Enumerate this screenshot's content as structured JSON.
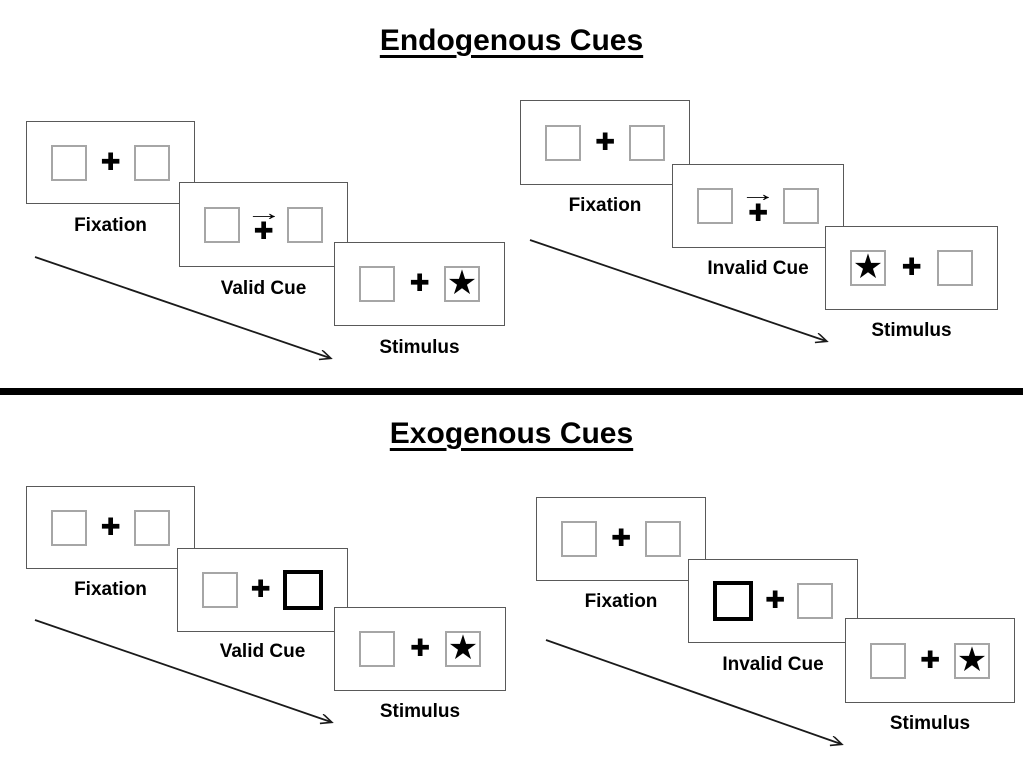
{
  "sections": [
    {
      "title": "Endogenous Cues",
      "sequences": [
        {
          "name": "valid-trial",
          "panels": [
            {
              "label": "Fixation",
              "left_box": "empty",
              "center": "plus",
              "right_box": "empty"
            },
            {
              "label": "Valid Cue",
              "left_box": "empty",
              "center": "plus_with_right_arrow",
              "right_box": "empty"
            },
            {
              "label": "Stimulus",
              "left_box": "empty",
              "center": "plus",
              "right_box": "star"
            }
          ]
        },
        {
          "name": "invalid-trial",
          "panels": [
            {
              "label": "Fixation",
              "left_box": "empty",
              "center": "plus",
              "right_box": "empty"
            },
            {
              "label": "Invalid Cue",
              "left_box": "empty",
              "center": "plus_with_right_arrow",
              "right_box": "empty"
            },
            {
              "label": "Stimulus",
              "left_box": "star",
              "center": "plus",
              "right_box": "empty"
            }
          ]
        }
      ]
    },
    {
      "title": "Exogenous Cues",
      "sequences": [
        {
          "name": "valid-trial",
          "panels": [
            {
              "label": "Fixation",
              "left_box": "empty",
              "center": "plus",
              "right_box": "empty"
            },
            {
              "label": "Valid Cue",
              "left_box": "empty",
              "center": "plus",
              "right_box": "thick_outline"
            },
            {
              "label": "Stimulus",
              "left_box": "empty",
              "center": "plus",
              "right_box": "star"
            }
          ]
        },
        {
          "name": "invalid-trial",
          "panels": [
            {
              "label": "Fixation",
              "left_box": "empty",
              "center": "plus",
              "right_box": "empty"
            },
            {
              "label": "Invalid Cue",
              "left_box": "thick_outline",
              "center": "plus",
              "right_box": "empty"
            },
            {
              "label": "Stimulus",
              "left_box": "empty",
              "center": "plus",
              "right_box": "star"
            }
          ]
        }
      ]
    }
  ],
  "glyphs": {
    "plus": "✚",
    "star": "★",
    "cue_arrow": "→"
  },
  "colors": {
    "box_border": "#a6a6a6",
    "thick_box_border": "#000000",
    "panel_border": "#595959",
    "divider": "#000000",
    "text": "#000000"
  }
}
